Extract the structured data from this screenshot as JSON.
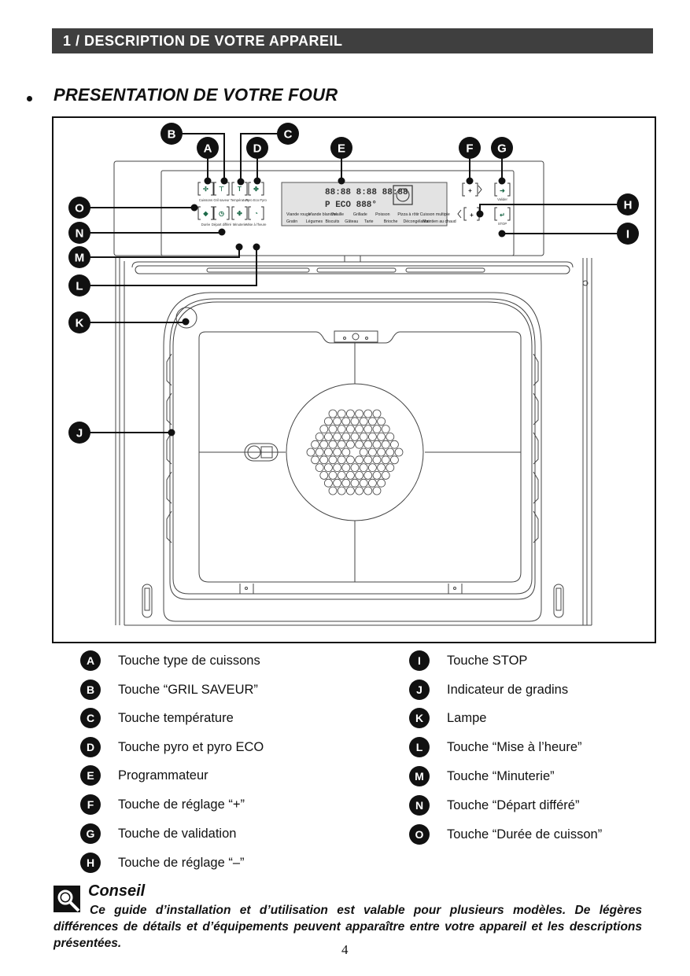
{
  "header": {
    "section_title": "1 / DESCRIPTION DE VOTRE APPAREIL",
    "subtitle": "PRESENTATION DE VOTRE FOUR"
  },
  "figure": {
    "callouts": [
      "A",
      "B",
      "C",
      "D",
      "E",
      "F",
      "G",
      "H",
      "I",
      "J",
      "K",
      "L",
      "M",
      "N",
      "O"
    ],
    "panel_button_labels": {
      "row1": [
        "Cuissons",
        "Gril saveur",
        "Température",
        "Pyro Eco Pyro"
      ],
      "row2": [
        "Durée",
        "Départ différé",
        "Minuterie",
        "Mise à l'heure"
      ],
      "right": [
        "Valider",
        "STOP"
      ]
    },
    "display": {
      "segments_top": "88:88 8:88 88:88",
      "segments_bottom": "P ECO 888°",
      "row1": [
        "Viande rouge",
        "Viande blanche",
        "Volaille",
        "Grillade",
        "Poisson",
        "Pizza à rôtir",
        "Cuisson multiple"
      ],
      "row2": [
        "Gratin",
        "Légumes",
        "Biscuits",
        "Gâteau",
        "Tarte",
        "Brioche",
        "Décongélation",
        "Maintien au chaud"
      ]
    }
  },
  "legend": {
    "left": [
      {
        "key": "A",
        "label": "Touche type de cuissons"
      },
      {
        "key": "B",
        "label": "Touche “GRIL SAVEUR”"
      },
      {
        "key": "C",
        "label": "Touche température"
      },
      {
        "key": "D",
        "label": "Touche pyro et pyro ECO"
      },
      {
        "key": "E",
        "label": "Programmateur"
      },
      {
        "key": "F",
        "label": "Touche de réglage “+”"
      },
      {
        "key": "G",
        "label": "Touche de validation"
      },
      {
        "key": "H",
        "label": "Touche de réglage “–”"
      }
    ],
    "right": [
      {
        "key": "I",
        "label": "Touche STOP"
      },
      {
        "key": "J",
        "label": "Indicateur de gradins"
      },
      {
        "key": "K",
        "label": "Lampe"
      },
      {
        "key": "L",
        "label": "Touche “Mise à l’heure”"
      },
      {
        "key": "M",
        "label": "Touche “Minuterie”"
      },
      {
        "key": "N",
        "label": "Touche “Départ différé”"
      },
      {
        "key": "O",
        "label": "Touche “Durée de cuisson”"
      }
    ]
  },
  "conseil": {
    "icon": "magnifier-icon",
    "title": "Conseil",
    "text": "Ce guide d’installation et d’utilisation est valable pour plusieurs modèles. De légères différences de détails et d’équipements peuvent apparaître entre votre appareil et les descriptions présentées."
  },
  "page_number": "4"
}
